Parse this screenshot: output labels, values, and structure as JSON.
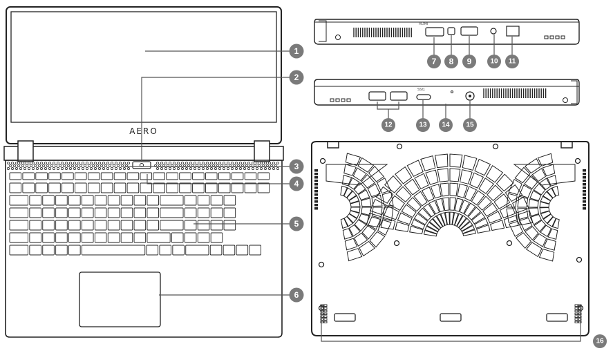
{
  "laptop": {
    "brand": "AERO"
  },
  "side_port_labels": {
    "hdmi": "HDMI",
    "usb_c": "SS⇆",
    "audio": "",
    "lan": ""
  },
  "callouts": [
    {
      "num": "1"
    },
    {
      "num": "2"
    },
    {
      "num": "3"
    },
    {
      "num": "4"
    },
    {
      "num": "5"
    },
    {
      "num": "6"
    },
    {
      "num": "7"
    },
    {
      "num": "8"
    },
    {
      "num": "9"
    },
    {
      "num": "10"
    },
    {
      "num": "11"
    },
    {
      "num": "12"
    },
    {
      "num": "13"
    },
    {
      "num": "14"
    },
    {
      "num": "15"
    },
    {
      "num": "16"
    }
  ],
  "colors": {
    "outline": "#222222",
    "callout_fill": "#7a7a7a",
    "leader": "#555555"
  }
}
